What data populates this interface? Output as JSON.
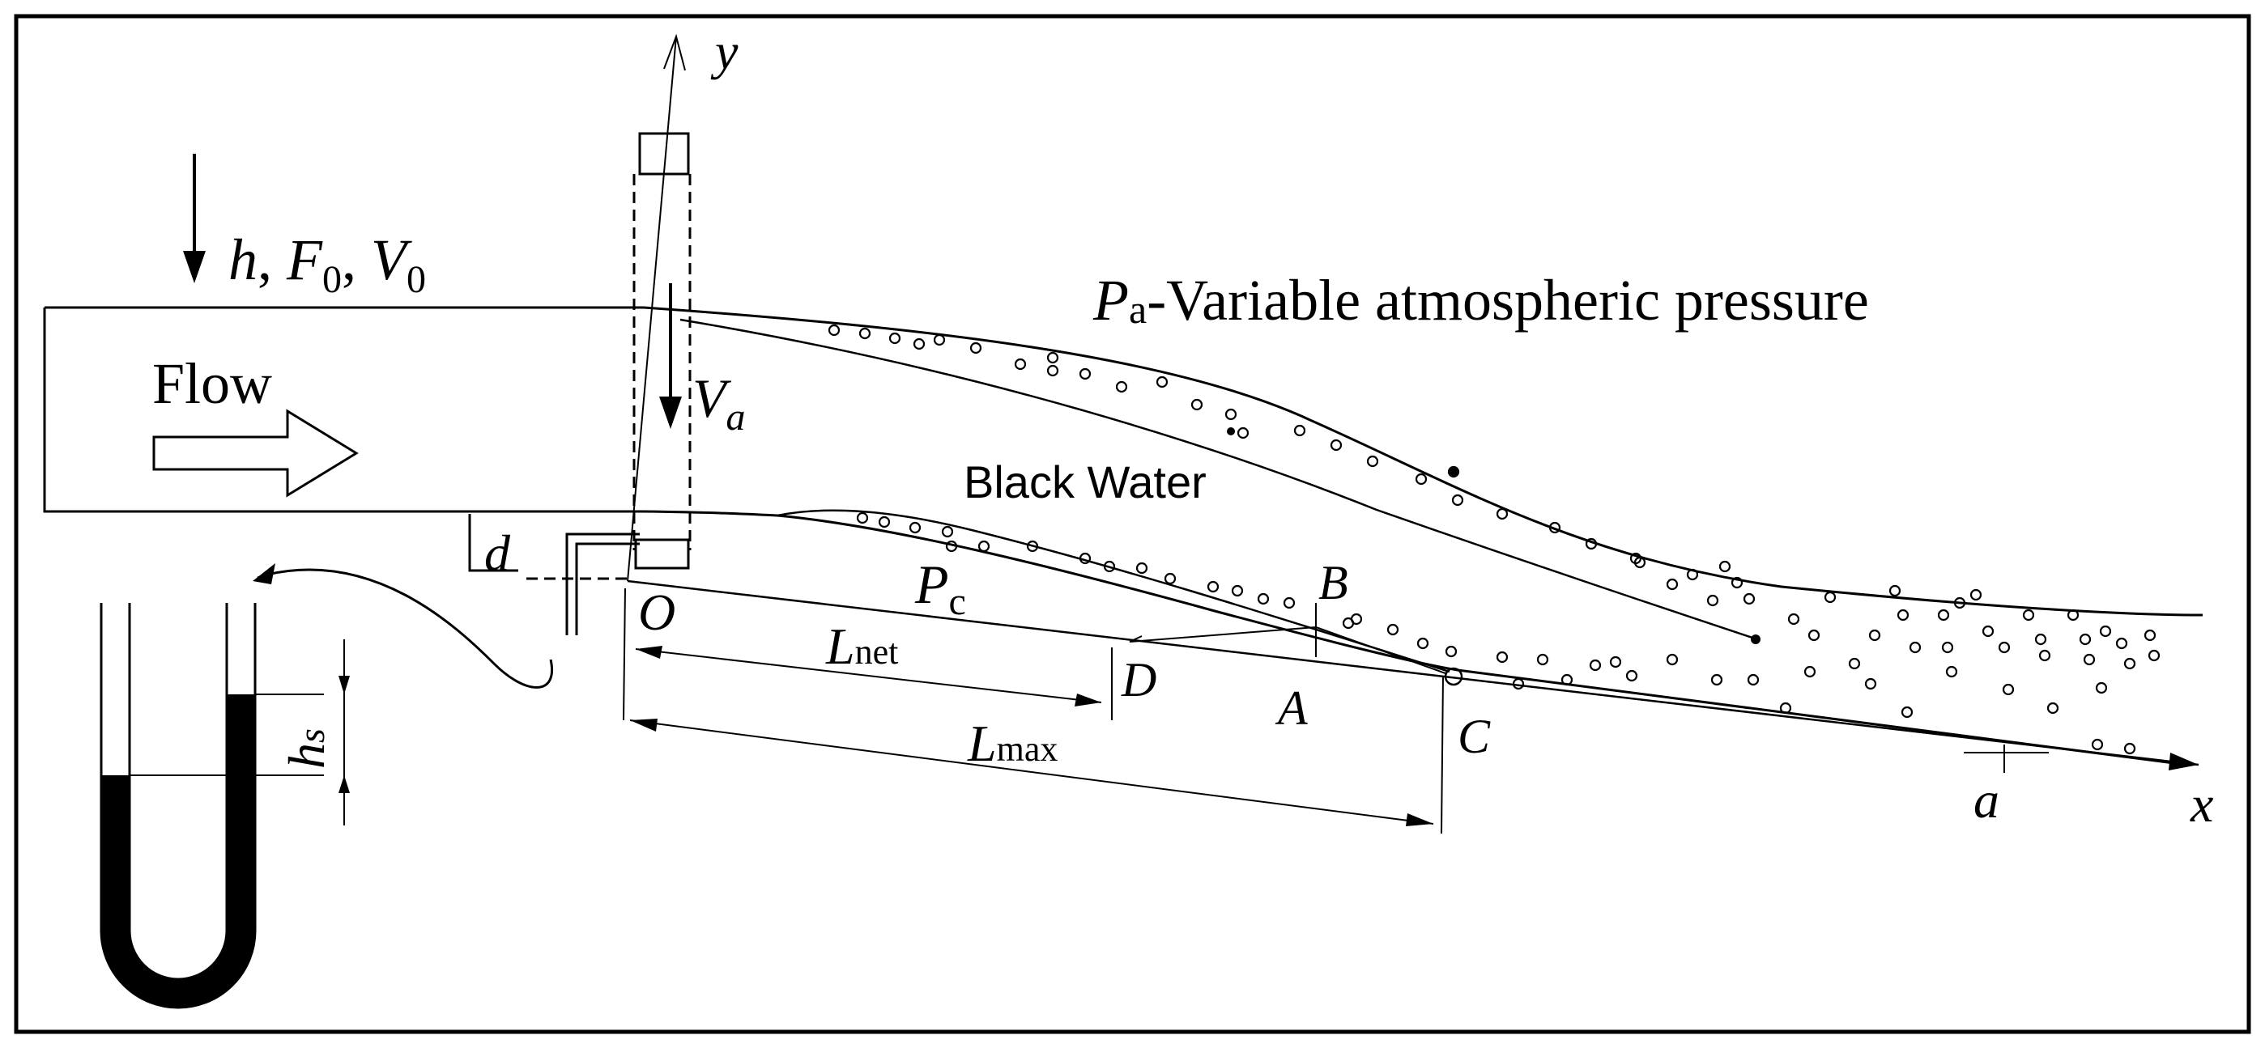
{
  "diagram": {
    "labels": {
      "inlet_h": "h",
      "inlet_F": "F",
      "inlet_V": "V",
      "inlet_sub": "0",
      "flow": "Flow",
      "atmo_P": "P",
      "atmo_sub": "a",
      "atmo_text": "-Variable atmospheric pressure",
      "air_velocity_V": "V",
      "air_velocity_sub": "a",
      "black_water": "Black Water",
      "cavity_P": "P",
      "cavity_sub": "c",
      "axis_y": "y",
      "axis_x": "x",
      "origin": "O",
      "slot_d": "d",
      "point_A": "A",
      "point_B": "B",
      "point_C": "C",
      "point_D": "D",
      "len_net_L": "L",
      "len_net_sub": "net",
      "len_max_L": "L",
      "len_max_sub": "max",
      "angle_a": "a",
      "manometer_h": "h",
      "manometer_sub": "s"
    },
    "colors": {
      "ink": "#000000",
      "background": "#ffffff"
    }
  }
}
